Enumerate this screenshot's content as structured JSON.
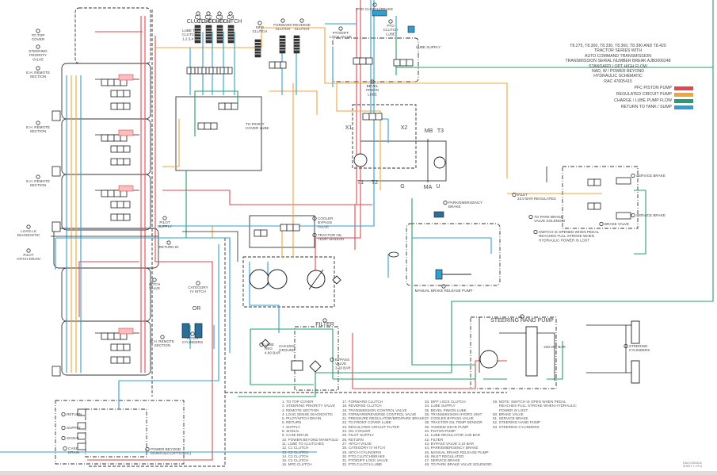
{
  "title_block": {
    "lines": [
      "T8.275, T8.300, T8.330, T8.360, T8.390 AND T8.420",
      "TRACTOR SERIES WITH",
      "AUTO COMMAND TRANSMISSION",
      "TRANSMISSION SERIAL NUMBER BREAK AJB0006248",
      "STANDARD / OPT HIGH FLOW",
      "NAD, W / POWER BEYOND",
      "HYDRAULIC SCHEMATIC",
      "RAC 47605415"
    ]
  },
  "legend": [
    {
      "label": "PFC PISTON PUMP",
      "color": "#e2474b"
    },
    {
      "label": "REGULATED CIRCUIT PUMP",
      "color": "#f2a33a"
    },
    {
      "label": "CHARGE / LUBE PUMP FLOW",
      "color": "#22a06b"
    },
    {
      "label": "RETURN TO TANK / SUMP",
      "color": "#2e9fd3"
    }
  ],
  "labels": {
    "to_top_cover": [
      "TO TOP",
      "COVER"
    ],
    "steering_priority": [
      "STEERING",
      "PRIORITY",
      "VALVE"
    ],
    "eh_remote_1": [
      "E.H. REMOTE",
      "SECTION"
    ],
    "eh_remote_2": [
      "E.H. REMOTE",
      "SECTION"
    ],
    "eh_remote_3": [
      "E.H. REMOTE",
      "SECTION"
    ],
    "eh_remote_4": [
      "E.H. REMOTE",
      "SECTION"
    ],
    "load_sense": [
      "LOAD LS",
      "DIAGNOSTIC"
    ],
    "pilot_drain": [
      "PILOT",
      "HITCH DRAIN"
    ],
    "pilot_supply": [
      "PILOT",
      "SUPPLY"
    ],
    "return_in": [
      "RETURN IN"
    ],
    "hitch_valve": [
      "HITCH",
      "VALVE"
    ],
    "category_hitch": [
      "CATEGORY",
      "IV HITCH"
    ],
    "or": [
      "OR"
    ],
    "hitch_cylinders": [
      "HITCH",
      "CYLINDERS"
    ],
    "lube_to_clutch": [
      "LUBE TO",
      "CLUTCH",
      "1,2,3,4"
    ],
    "c1": [
      "C1",
      "CLUTCH"
    ],
    "c2": [
      "C2",
      "CLUTCH"
    ],
    "c3": [
      "C3",
      "CLUTCH"
    ],
    "c4": [
      "C4",
      "CLUTCH"
    ],
    "mfd_clutch": [
      "MFD",
      "CLUTCH"
    ],
    "forward_clutch": [
      "FORWARD",
      "CLUTCH"
    ],
    "reverse_clutch": [
      "REVERSE",
      "CLUTCH"
    ],
    "to_front_cover": [
      "TO FRONT",
      "COVER LUBE"
    ],
    "pto_clutch_brake": [
      "PTO CLUTCH/BRAKE"
    ],
    "pto_diff_lock": [
      "PTO/DIFF",
      "LOCK VALVE"
    ],
    "pto_clutch_lube": [
      "PTO",
      "CLUTCH",
      "LUBE"
    ],
    "lube_supply": [
      "LUBE SUPPLY"
    ],
    "bevel_pinion": [
      "BEVEL",
      "PINION",
      "LUBE"
    ],
    "x1": [
      "X1"
    ],
    "x2": [
      "X2"
    ],
    "mb": [
      "MB"
    ],
    "t3": [
      "T3"
    ],
    "t1": [
      "T1"
    ],
    "t2": [
      "T2"
    ],
    "g": [
      "G"
    ],
    "ma": [
      "MA"
    ],
    "u": [
      "U"
    ],
    "park_brake": [
      "PARK/EMERGENCY",
      "BRAKE"
    ],
    "cooler_bypass": [
      "COOLER",
      "BYPASS",
      "VALVE"
    ],
    "tractor_oil_temp": [
      "TRACTOR OIL",
      "TEMP SENSOR"
    ],
    "manual_brake_release": [
      "MANUAL BRAKE RELEASE PUMP"
    ],
    "filter": [
      "FILTER"
    ],
    "lube_reg": [
      "LUBE",
      "REG",
      "4.80 BAR"
    ],
    "chassis_ground": [
      "CHASSIS",
      "GROUND"
    ],
    "bypass_valve": [
      "BYPASS",
      "VALVE",
      "3.10 BAR"
    ],
    "inlet": [
      "INLET",
      "23.0 BAR REGULATED"
    ],
    "to_park_solenoid": [
      "TO PARK BRAKE",
      "VALVE SOLENOID"
    ],
    "brake_valve": [
      "BRAKE VALVE"
    ],
    "service_brake_1": [
      "SERVICE BRAKE"
    ],
    "service_brake_2": [
      "SERVICE BRAKE"
    ],
    "switch_note": [
      "SWITCH IS OPENED WHEN PEDAL",
      "REACHES FULL STROKE WHEN",
      "HYDRAULIC POWER IS LOST"
    ],
    "steering_hand_pump": [
      "STEERING HAND PUMP"
    ],
    "steering_pressure": [
      "230-250 BAR"
    ],
    "steering_cylinders": [
      "STEERING",
      "CYLINDERS"
    ],
    "pb_return": [
      "RETURN"
    ],
    "pb_supply": [
      "SUPPLY"
    ],
    "pb_signal": [
      "SIGNAL"
    ],
    "pb_case_drain": [
      "CASE",
      "DRAIN"
    ],
    "power_beyond": [
      "POWER BEYOND",
      "MANIFOLD (OPTIONAL)"
    ]
  },
  "parts_list": {
    "col1": [
      "1. TO TOP COVER",
      "2. STEERING PRIORITY VALVE",
      "3. REMOTE SECTION",
      "4. LOAD SENSE DIAGNOSTIC",
      "5. PILOT/HITCH DRAIN",
      "6. RETURN",
      "7. SUPPLY",
      "8. SIGNAL",
      "9. CASE DRAIN",
      "10. POWER BEYOND MANIFOLD",
      "11. LUBE TO CLUTCHES",
      "12. C1 CLUTCH",
      "13. C2 CLUTCH",
      "14. C3 CLUTCH",
      "15. C4 CLUTCH",
      "16. MFD CLUTCH"
    ],
    "col2": [
      "17. FORWARD CLUTCH",
      "18. REVERSE CLUTCH",
      "19. TRANSMISSION CONTROL VALVE",
      "20. FORWARD/REVERSE CONTROL VALVE",
      "21. PRESSURE REGULATOR/MFD/PARK BRAKE",
      "22. TO FRONT COVER LUBE",
      "23. REGULATED CIRCUIT FILTER",
      "24. OIL COOLER",
      "25. PILOT SUPPLY",
      "26. RETURN",
      "27. HITCH VALVE",
      "28. CATEGORY IV HITCH",
      "29. HITCH CYLINDERS",
      "30. PTO CLUTCH/BRAKE",
      "31. PTO/DIFF LOCK VALVE",
      "32. PTO CLUTCH LUBE"
    ],
    "col3": [
      "33. DIFF LOCK CLUTCH",
      "34. LUBE SUPPLY",
      "35. BEVEL PINION LUBE",
      "36. TRANSMISSION HYDRO UNIT",
      "37. COOLER BYPASS VALVE",
      "38. TRACTOR OIL TEMP SENSOR",
      "39. TANDEM GEAR PUMP",
      "40. PISTON PUMP",
      "41. LUBE REGULATOR 4.80 BAR",
      "42. FILTER",
      "43. BYPASS VALVE 3.10 BAR",
      "44. PARK/EMERGENCY BRAKE",
      "45. MANUAL BRAKE RELEASE PUMP",
      "46. INLET REGULATED",
      "47. SERVICE BRAKE",
      "48. TO PARK BRAKE VALVE SOLENOID"
    ],
    "col4": [
      "49. NOTE: SWITCH IS OPEN WHEN PEDAL",
      "REACHES FULL STROKE WHEN HYDRAULIC",
      "POWER IS LOST.",
      "50. BRAKE VALVE",
      "51. SERVICE BRAKE",
      "52. STEERING HAND PUMP",
      "53. STEERING CYLINDERS"
    ]
  },
  "sheet": [
    "RAC47605415",
    "SHEET 1 OF 8"
  ]
}
